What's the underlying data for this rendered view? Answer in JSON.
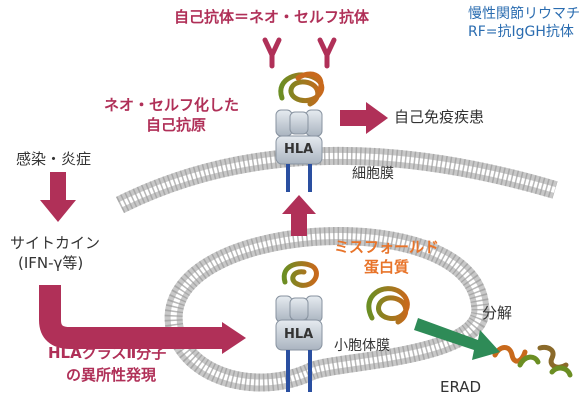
{
  "colors": {
    "crimson": "#b03058",
    "orange": "#e8742a",
    "blue": "#2a6cb0",
    "green": "#2e8b57",
    "membrane": "#c8c8c8",
    "hla": "#bfc7d0",
    "coil_green": "#6b8e23",
    "coil_brown": "#c8691c"
  },
  "legend": {
    "line1": "慢性関節リウマチ",
    "line2": "RF=抗IgGH抗体"
  },
  "labels": {
    "autoantibody": "自己抗体＝ネオ・セルフ抗体",
    "neo_self_antigen_1": "ネオ・セルフ化した",
    "neo_self_antigen_2": "自己抗原",
    "autoimmune_disease": "自己免疫疾患",
    "infection": "感染・炎症",
    "cytokine_1": "サイトカイン",
    "cytokine_2": "(IFN-γ等)",
    "cell_membrane": "細胞膜",
    "misfolded_1": "ミスフォールド",
    "misfolded_2": "蛋白質",
    "degradation": "分解",
    "hla_class2_1": "HLAクラスⅡ分子",
    "hla_class2_2": "の異所性発現",
    "er_membrane": "小胞体膜",
    "erad": "ERAD",
    "hla_top": "HLA",
    "hla_bottom": "HLA"
  }
}
